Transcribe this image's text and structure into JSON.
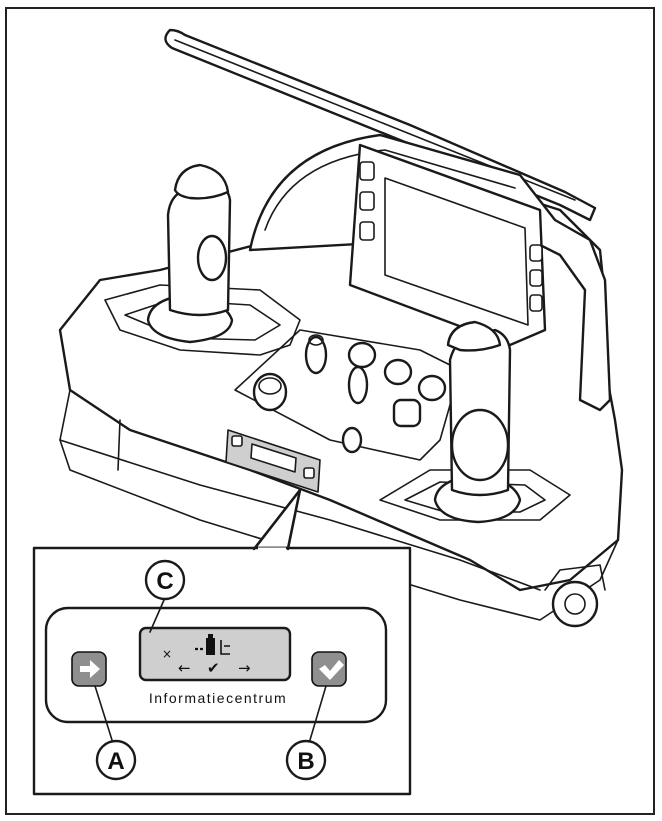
{
  "callouts": {
    "a": "A",
    "b": "B",
    "c": "C"
  },
  "panel": {
    "caption": "Informatiecentrum",
    "lcd": {
      "x_symbol": "×",
      "left_arrow": "←",
      "check": "✔",
      "right_arrow": "→"
    }
  },
  "icons": {
    "button_a": "arrow-right-icon",
    "button_b": "checkmark-icon"
  },
  "colors": {
    "line": "#1a1a1a",
    "panel_gray": "#cfcfcf",
    "button_gray": "#8f8f8f"
  }
}
